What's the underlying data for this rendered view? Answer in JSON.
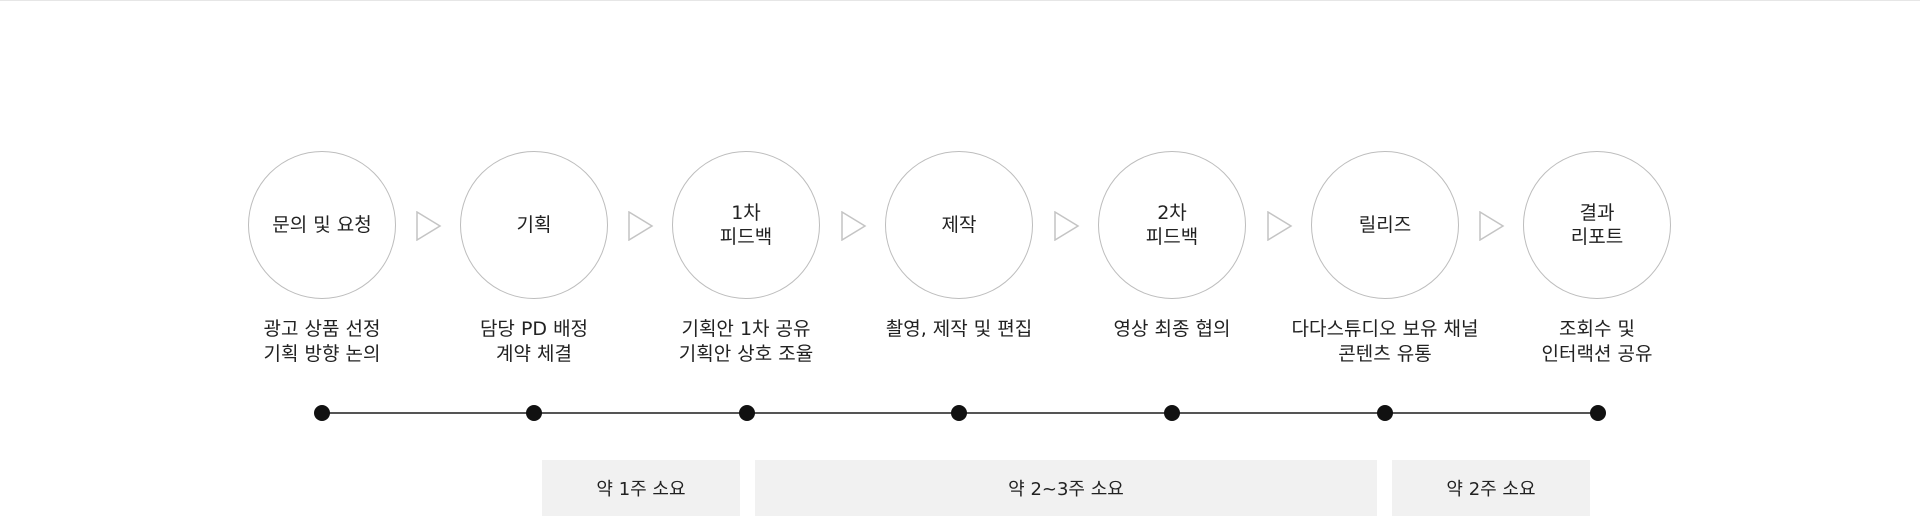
{
  "steps": [
    {
      "title": "문의 및 요청",
      "desc": "광고 상품 선정\n기획 방향 논의"
    },
    {
      "title": "기획",
      "desc": "담당 PD 배정\n계약 체결"
    },
    {
      "title": "1차\n피드백",
      "desc": "기획안 1차 공유\n기획안 상호 조율"
    },
    {
      "title": "제작",
      "desc": "촬영, 제작 및 편집"
    },
    {
      "title": "2차\n피드백",
      "desc": "영상 최종 협의"
    },
    {
      "title": "릴리즈",
      "desc": "다다스튜디오 보유 채널\n콘텐츠 유통"
    },
    {
      "title": "결과\n리포트",
      "desc": "조회수 및\n인터랙션 공유"
    }
  ],
  "durations": [
    {
      "label": "약 1주 소요"
    },
    {
      "label": "약 2~3주 소요"
    },
    {
      "label": "약 2주 소요"
    }
  ],
  "icons": {
    "arrow": "triangle-outline-right-icon",
    "dot": "filled-circle-icon"
  },
  "colors": {
    "circle_border": "#bdbdbd",
    "arrow_stroke": "#c4c4c4",
    "timeline": "#555555",
    "dot": "#111111",
    "duration_bg": "#f1f1f1",
    "text": "#222222"
  }
}
